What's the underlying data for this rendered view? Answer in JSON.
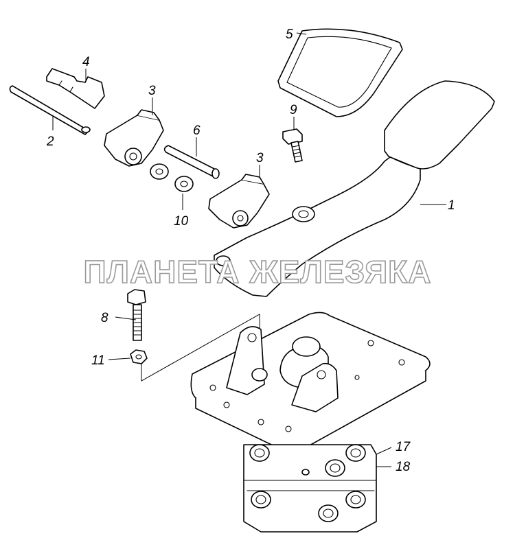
{
  "watermark": "ПЛАНЕТА ЖЕЛЕЗЯКА",
  "callouts": {
    "c1": "1",
    "c2": "2",
    "c3a": "3",
    "c3b": "3",
    "c4": "4",
    "c5": "5",
    "c6": "6",
    "c8": "8",
    "c9": "9",
    "c10": "10",
    "c11": "11",
    "c17": "17",
    "c18": "18"
  },
  "colors": {
    "line": "#000000",
    "watermark_outline": "#9a9a9a",
    "background": "#ffffff"
  }
}
